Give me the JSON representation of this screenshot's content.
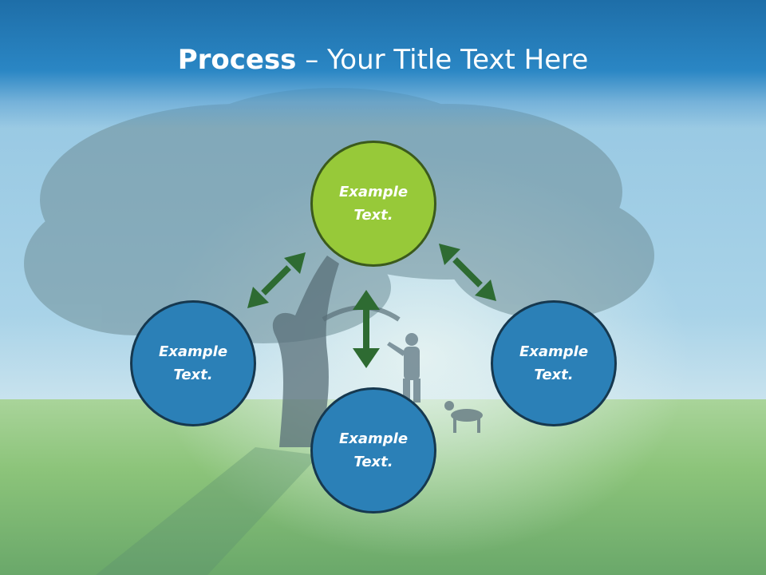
{
  "slide": {
    "title_bold": "Process",
    "title_rest": " – Your Title Text Here"
  },
  "nodes": {
    "top": {
      "line1": "Example",
      "line2": "Text."
    },
    "left": {
      "line1": "Example",
      "line2": "Text."
    },
    "right": {
      "line1": "Example",
      "line2": "Text."
    },
    "bottom": {
      "line1": "Example",
      "line2": "Text."
    }
  },
  "colors": {
    "title_band": "#1e6ea8",
    "node_blue": "#2b80b7",
    "node_green": "#97c939",
    "arrow": "#2e6b32"
  }
}
